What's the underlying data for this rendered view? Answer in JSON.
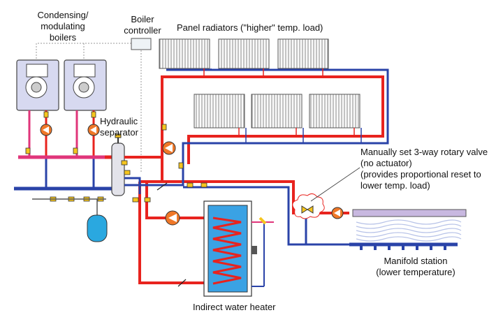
{
  "labels": {
    "boilers": [
      "Condensing/",
      "modulating",
      "boilers"
    ],
    "controller": [
      "Boiler",
      "controller"
    ],
    "radiators": "Panel radiators (\"higher\" temp. load)",
    "separator": [
      "Hydraulic",
      "separator"
    ],
    "valve": [
      "Manually set 3-way rotary valve",
      "(no actuator)",
      "(provides proportional reset to",
      "lower temp. load)"
    ],
    "manifold": [
      "Manifold station",
      "(lower temperature)"
    ],
    "heater": "Indirect water heater"
  },
  "colors": {
    "supply": "#e8231e",
    "return": "#2a43a8",
    "boiler_body": "#d7d9f0",
    "tank_water": "#3aa2e4",
    "expansion_tank": "#2aa8e0",
    "manifold_bar": "#c8b8e0",
    "pump": "#f07828",
    "valve": "#f5c51e",
    "cold_water": "#e0357a"
  }
}
